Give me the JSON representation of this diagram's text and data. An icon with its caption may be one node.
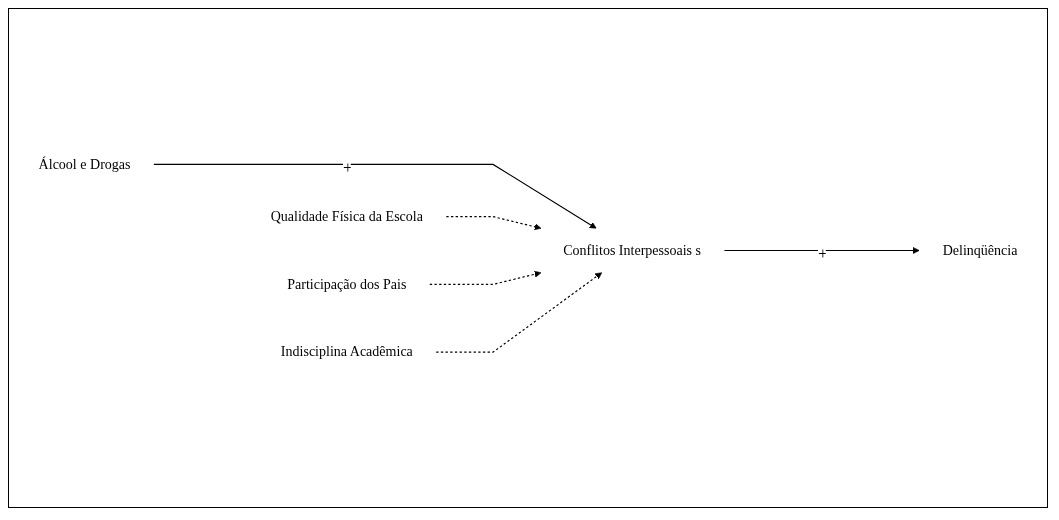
{
  "diagram": {
    "nodes": [
      {
        "text": [
          "Álcool e Drogas"
        ]
      },
      {
        "text": [
          "Qualidade Física da Escola"
        ]
      },
      {
        "text": [
          "Participação dos Pais"
        ]
      },
      {
        "text": [
          "Indisciplina Acadêmica"
        ]
      },
      {
        "text": [
          "Conflitos Interpessoais s"
        ]
      },
      {
        "text": [
          "Delinqüência"
        ]
      }
    ],
    "edges": [
      {
        "from": 0,
        "to": 4,
        "arrow": "to",
        "label": "+"
      },
      {
        "from": 1,
        "to": 4,
        "arrow": "to",
        "style": "dashed"
      },
      {
        "from": 2,
        "to": 4,
        "arrow": "to",
        "style": "dashed"
      },
      {
        "from": 3,
        "to": 4,
        "arrow": "to",
        "style": "dashed"
      },
      {
        "from": 4,
        "to": 5,
        "arrow": "to",
        "label": "+"
      }
    ]
  }
}
